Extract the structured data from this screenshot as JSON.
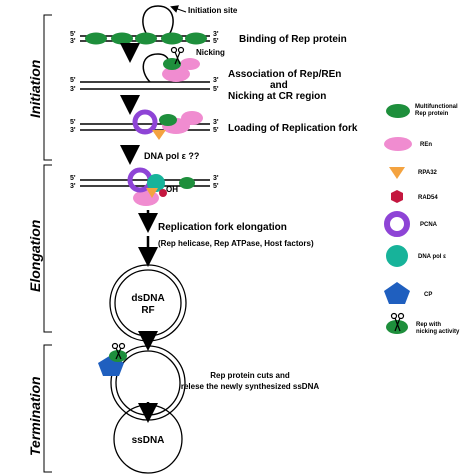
{
  "phases": {
    "initiation": "Initiation",
    "elongation": "Elongation",
    "termination": "Termination"
  },
  "annotations": {
    "initiation_site": "Initiation site",
    "nicking": "Nicking",
    "strand_5": "5'",
    "strand_3": "3'",
    "oh": "OH"
  },
  "steps": {
    "binding": "Binding of Rep protein",
    "association_1": "Association of Rep/REn",
    "association_2": "and",
    "association_3": "Nicking at CR region",
    "loading": "Loading of Replication fork",
    "dna_pol": "DNA pol ε ??",
    "elongation_1": "Replication fork elongation",
    "elongation_2": "(Rep helicase, Rep ATPase, Host factors)",
    "cut_1": "Rep protein cuts and",
    "cut_2": "relese the newly synthesized ssDNA"
  },
  "circles": {
    "rf_1": "dsDNA",
    "rf_2": "RF",
    "ssdna": "ssDNA"
  },
  "legend": {
    "items": [
      {
        "label": "Multifunctional Rep protein",
        "icon": "rep-protein-oval",
        "color": "#1e8f3c"
      },
      {
        "label": "REn",
        "icon": "ren-oval",
        "color": "#f08cd0"
      },
      {
        "label": "RPA32",
        "icon": "rpa32-triangle",
        "color": "#f4a340"
      },
      {
        "label": "RAD54",
        "icon": "rad54-hexagon",
        "color": "#c4173f"
      },
      {
        "label": "PCNA",
        "icon": "pcna-ring",
        "color": "#8e44d6"
      },
      {
        "label": "DNA pol ε",
        "icon": "dna-pol-circle",
        "color": "#17b39a"
      },
      {
        "label": "CP",
        "icon": "cp-pentagon",
        "color": "#1f5fbf"
      },
      {
        "label": "Rep with nicking activity",
        "icon": "rep-nicking-scissors",
        "color": "#1e8f3c"
      }
    ]
  }
}
